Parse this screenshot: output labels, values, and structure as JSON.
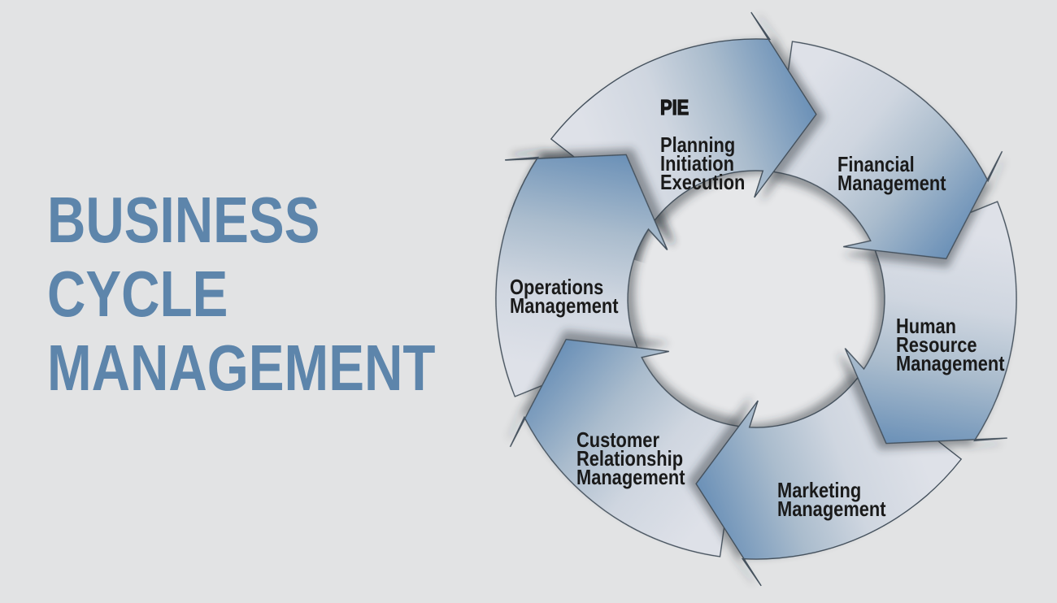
{
  "title": "BUSINESS\nCYCLE\nMANAGEMENT",
  "diagram": {
    "description": "Six-arrow clockwise business cycle",
    "segments": [
      {
        "name": "pie",
        "emphasis": "PIE",
        "label": "Planning\nInitiation\nExecution"
      },
      {
        "name": "financial",
        "label": "Financial\nManagement"
      },
      {
        "name": "human-resource",
        "label": "Human\nResource\nManagement"
      },
      {
        "name": "marketing",
        "label": "Marketing\nManagement"
      },
      {
        "name": "customer-relationship",
        "label": "Customer\nRelationship\nManagement"
      },
      {
        "name": "operations",
        "label": "Operations\nManagement"
      }
    ]
  },
  "colors": {
    "background": "#e2e3e4",
    "inner_circle": "#e6e7e9",
    "title_blue": "#5d85ab",
    "arrow_head_blue": "#6d92b8",
    "arrow_mid_blue": "#aabccd",
    "arrow_tail_gray": "#dee1e8",
    "arrow_outline": "#44515d",
    "label_text": "#1a1a1a"
  }
}
